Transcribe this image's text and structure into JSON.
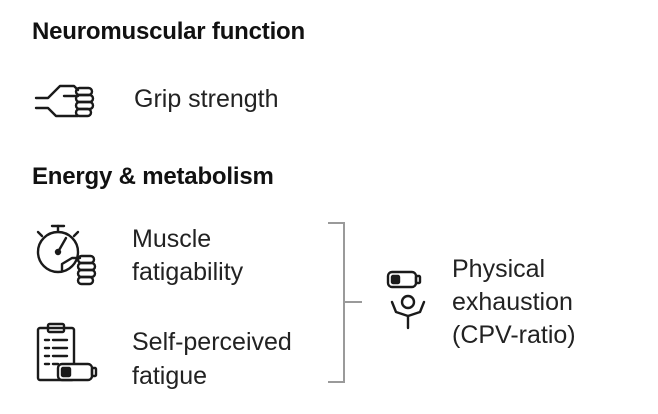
{
  "sections": {
    "neuromuscular": {
      "title": "Neuromuscular function",
      "items": {
        "grip": {
          "label": "Grip strength",
          "icon": "grip-hand-icon"
        }
      }
    },
    "energy": {
      "title": "Energy & metabolism",
      "items": {
        "fatigability": {
          "line1": "Muscle",
          "line2": "fatigability",
          "icon": "stopwatch-hand-icon"
        },
        "fatigue": {
          "line1": "Self-perceived",
          "line2": "fatigue",
          "icon": "clipboard-battery-icon"
        }
      },
      "outcome": {
        "line1": "Physical",
        "line2": "exhaustion",
        "line3": "(CPV-ratio)",
        "icon": "exhausted-person-battery-icon"
      }
    }
  },
  "colors": {
    "text": "#222222",
    "heading": "#111111",
    "icon_stroke": "#1a1a1a",
    "bracket": "#9a9a9a"
  }
}
